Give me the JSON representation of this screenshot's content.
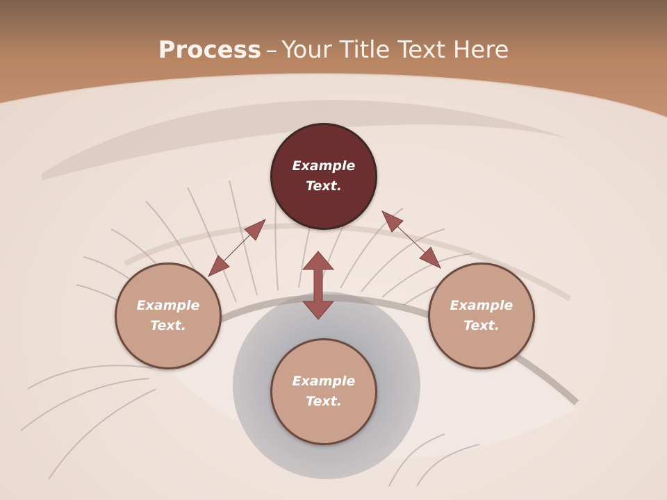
{
  "slide": {
    "title_strong": "Process",
    "title_separator": "–",
    "title_rest": "Your Title Text Here"
  },
  "colors": {
    "header_brown": "#b78565",
    "node_dark": "#6b2f30",
    "node_light": "#c9a18c",
    "arrow": "#a05a58",
    "background_skin": "#efe2da"
  },
  "nodes": [
    {
      "id": "top",
      "style": "dark",
      "line1": "Example",
      "line2": "Text."
    },
    {
      "id": "left",
      "style": "light",
      "line1": "Example",
      "line2": "Text."
    },
    {
      "id": "right",
      "style": "light",
      "line1": "Example",
      "line2": "Text."
    },
    {
      "id": "bottom",
      "style": "light",
      "line1": "Example",
      "line2": "Text."
    }
  ],
  "arrows": [
    {
      "from": "top",
      "to": "left",
      "type": "double-headed"
    },
    {
      "from": "top",
      "to": "right",
      "type": "double-headed"
    },
    {
      "from": "top",
      "to": "bottom",
      "type": "double-headed"
    }
  ],
  "background_image": "eye-closeup"
}
